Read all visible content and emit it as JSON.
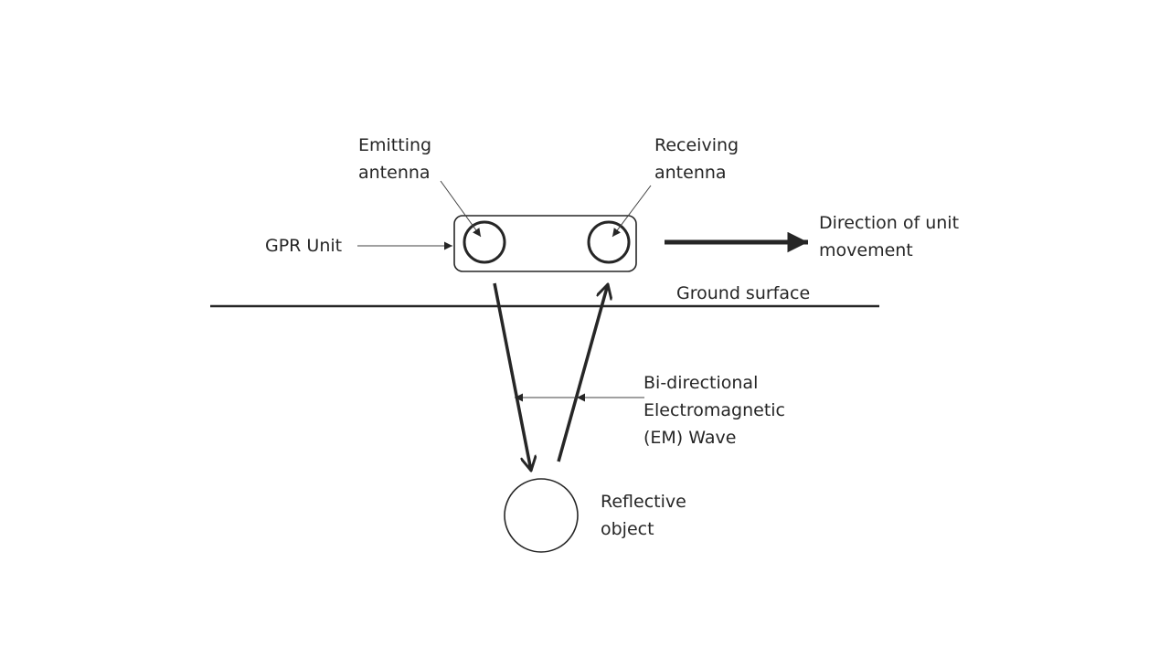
{
  "labels": {
    "emitting_antenna": [
      "Emitting",
      "antenna"
    ],
    "receiving_antenna": [
      "Receiving",
      "antenna"
    ],
    "gpr_unit": "GPR Unit",
    "direction": [
      "Direction of unit",
      "movement"
    ],
    "ground_surface": "Ground surface",
    "em_wave": [
      "Bi-directional",
      "Electromagnetic",
      "(EM) Wave"
    ],
    "reflective_object": [
      "Reflective",
      "object"
    ]
  },
  "colors": {
    "stroke": "#262626",
    "leader": "#404040",
    "background": "#ffffff"
  }
}
